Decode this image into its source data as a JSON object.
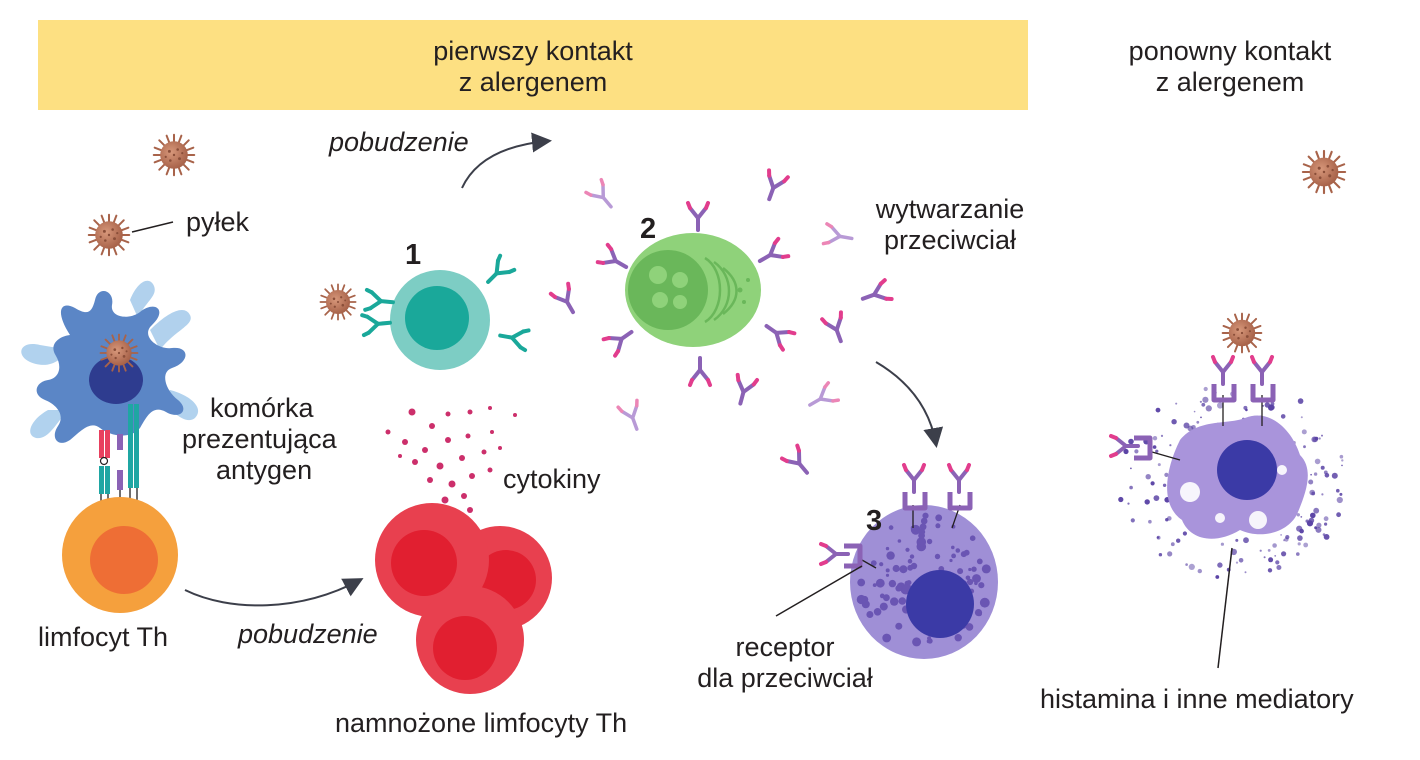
{
  "banner": {
    "line1": "pierwszy kontakt",
    "line2": "z alergenem",
    "color": "#fde082"
  },
  "second_contact": {
    "line1": "ponowny kontakt",
    "line2": "z alergenem"
  },
  "labels": {
    "pollen": "pyłek",
    "apc_line1": "komórka",
    "apc_line2": "prezentująca",
    "apc_line3": "antygen",
    "th": "limfocyt Th",
    "activation_top": "pobudzenie",
    "activation_bottom": "pobudzenie",
    "cytokines": "cytokiny",
    "multiplied": "namnożone limfocyty Th",
    "antibody_line1": "wytwarzanie",
    "antibody_line2": "przeciwciał",
    "receptor_line1": "receptor",
    "receptor_line2": "dla przeciwciał",
    "histamine": "histamina i inne mediatory"
  },
  "steps": [
    "1",
    "2",
    "3"
  ],
  "colors": {
    "pollen": "#b8765a",
    "apc": "#5b86c6",
    "th_cell": "#f5a03d",
    "b_cell": "#7dcdc4",
    "plasma_cell": "#8fd27a",
    "mast_cell": "#9f8fd6",
    "th_multiplied": "#e8404f",
    "antibody": "#8b62b5",
    "antibody_tip": "#e23d8d",
    "cytokine": "#cc2f6b"
  }
}
